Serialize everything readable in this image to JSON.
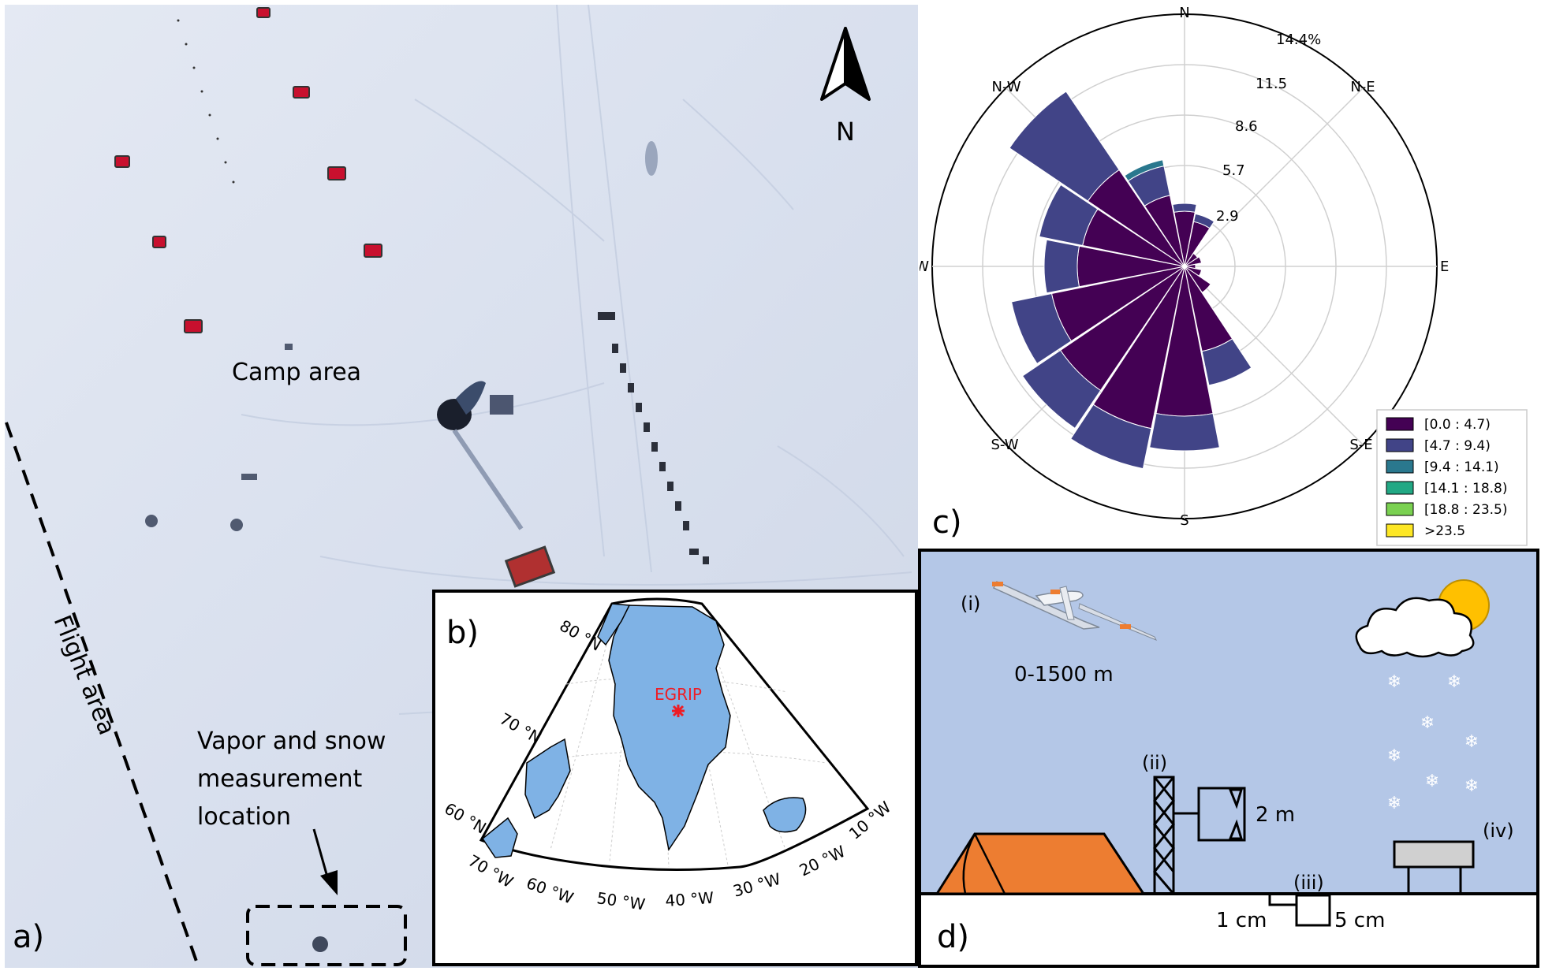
{
  "panel_a": {
    "label": "a)",
    "camp_label": "Camp area",
    "flight_label": "Flight area",
    "vapor_label_lines": [
      "Vapor and snow",
      "measurement",
      "location"
    ],
    "north_label": "N"
  },
  "panel_b": {
    "label": "b)",
    "site_label": "EGRIP",
    "site_color": "#ee1c25",
    "land_color": "#7fb2e5",
    "lat_labels": [
      "80 °N",
      "70 °N",
      "60 °N"
    ],
    "lon_labels": [
      "70 °W",
      "60 °W",
      "50 °W",
      "40 °W",
      "30 °W",
      "20 °W",
      "10 °W"
    ]
  },
  "panel_c": {
    "label": "c)",
    "directions": [
      "N",
      "N-E",
      "E",
      "S-E",
      "S",
      "S-W",
      "W",
      "N-W"
    ],
    "radial_ticks": [
      "2.9",
      "5.7",
      "8.6",
      "11.5",
      "14.4%"
    ],
    "legend": [
      {
        "label": "[0.0 : 4.7)",
        "color": "#440154"
      },
      {
        "label": "[4.7 : 9.4)",
        "color": "#414487"
      },
      {
        "label": "[9.4 : 14.1)",
        "color": "#2a788e"
      },
      {
        "label": "[14.1 : 18.8)",
        "color": "#22a884"
      },
      {
        "label": "[18.8 : 23.5)",
        "color": "#7ad151"
      },
      {
        "label": ">23.5",
        "color": "#fde725"
      }
    ]
  },
  "panel_d": {
    "label": "d)",
    "uav_label": "(i)",
    "uav_range": "0-1500 m",
    "tower_label": "(ii)",
    "tower_height": "2 m",
    "snow_label": "(iii)",
    "depth_1": "1 cm",
    "depth_2": "5 cm",
    "precip_label": "(iv)",
    "sky_color": "#b4c7e7",
    "tent_color": "#ed7d31"
  }
}
